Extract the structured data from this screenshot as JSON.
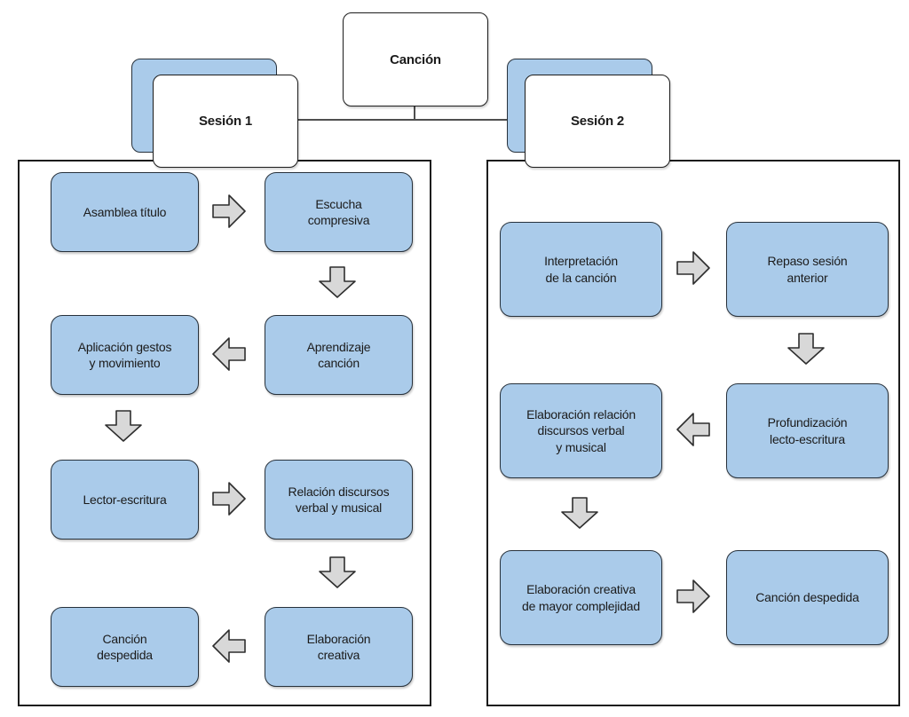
{
  "colors": {
    "node_fill": "#aacbea",
    "node_border": "#27313b",
    "panel_border": "#1c1c1c",
    "arrow_fill": "#d8d8d8",
    "arrow_border": "#2e2e2e",
    "connector": "#4f4f4f",
    "text": "#1b1b1b"
  },
  "root": {
    "label": "Canción"
  },
  "sessions": [
    {
      "label": "Sesión 1"
    },
    {
      "label": "Sesión 2"
    }
  ],
  "panel1": {
    "nodes": [
      {
        "label": "Asamblea título"
      },
      {
        "label": "Escucha\ncompresiva"
      },
      {
        "label": "Aplicación gestos\ny movimiento"
      },
      {
        "label": "Aprendizaje\ncanción"
      },
      {
        "label": "Lector-escritura"
      },
      {
        "label": "Relación discursos\nverbal y musical"
      },
      {
        "label": "Canción\ndespedida"
      },
      {
        "label": "Elaboración\ncreativa"
      }
    ],
    "arrows": [
      "right",
      "down",
      "left",
      "down",
      "right",
      "down",
      "left"
    ]
  },
  "panel2": {
    "nodes": [
      {
        "label": "Interpretación\nde la canción"
      },
      {
        "label": "Repaso sesión\nanterior"
      },
      {
        "label": "Elaboración relación\ndiscursos verbal\ny musical"
      },
      {
        "label": "Profundización\nlecto-escritura"
      },
      {
        "label": "Elaboración creativa\nde mayor complejidad"
      },
      {
        "label": "Canción despedida"
      }
    ],
    "arrows": [
      "right",
      "down",
      "left",
      "down",
      "right"
    ]
  }
}
